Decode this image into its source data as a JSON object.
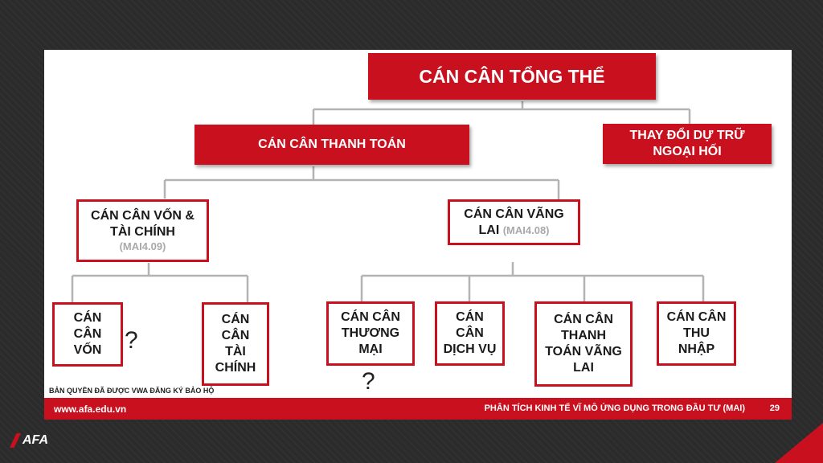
{
  "diagram": {
    "root": "CÁN CÂN TỔNG THỂ",
    "level1": {
      "payments": "CÁN CÂN THANH TOÁN",
      "reserves_line1": "THAY ĐỔI DỰ TRỮ",
      "reserves_line2": "NGOẠI HỐI"
    },
    "level2": {
      "capital_line1": "CÁN CÂN VỐN &",
      "capital_line2": "TÀI CHÍNH",
      "capital_code": "(MAI4.09)",
      "current_line1": "CÁN CÂN VÃNG",
      "current_line2": "LAI",
      "current_code": "(MAI4.08)"
    },
    "level3": {
      "capital": [
        "CÁN\nCÂN\nVỐN",
        "CÁN\nCÂN\nTÀI\nCHÍNH"
      ],
      "current": [
        "CÁN CÂN\nTHƯƠNG\nMẠI",
        "CÁN\nCÂN\nDỊCH VỤ",
        "CÁN CÂN\nTHANH\nTOÁN VÃNG\nLAI",
        "CÁN CÂN\nTHU\nNHẬP"
      ]
    },
    "question_mark": "?"
  },
  "copyright": "BẢN QUYỀN ĐÃ ĐƯỢC VWA ĐĂNG KÝ BẢO HỘ",
  "footer": {
    "url": "www.afa.edu.vn",
    "title": "PHÂN TÍCH KINH TẾ VĨ MÔ ỨNG DỤNG TRONG ĐẦU TƯ (MAI)",
    "page": "29"
  },
  "logo": "AFA",
  "colors": {
    "brand_red": "#c8101e",
    "connector": "#b3b3b3",
    "code_gray": "#a9a9a9"
  }
}
